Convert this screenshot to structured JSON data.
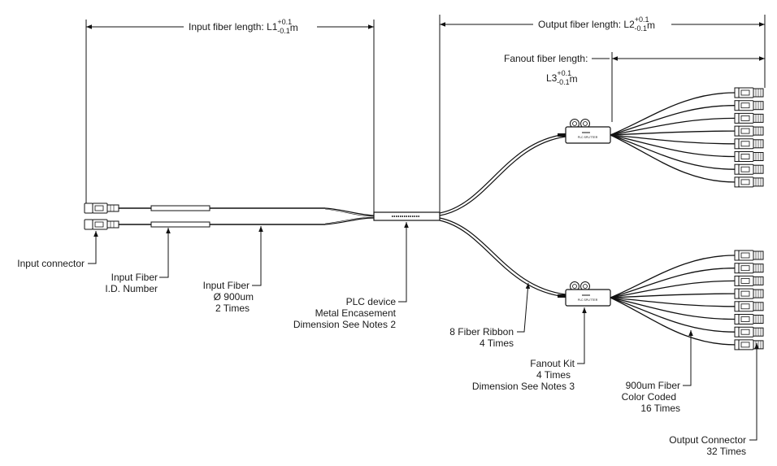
{
  "dimensions": {
    "input_length": {
      "prefix": "Input fiber length: L1",
      "tol_plus": "+0.1",
      "tol_minus": "-0.1",
      "unit": "m"
    },
    "output_length": {
      "prefix": "Output fiber length: L2",
      "tol_plus": "+0.1",
      "tol_minus": "-0.1",
      "unit": "m"
    },
    "fanout_length": {
      "line1": "Fanout fiber length:",
      "prefix": "L3",
      "tol_plus": "+0.1",
      "tol_minus": "-0.1",
      "unit": "m"
    }
  },
  "callouts": {
    "input_connector": "Input connector",
    "input_fiber_id": [
      "Input Fiber",
      "I.D. Number"
    ],
    "input_fiber": [
      "Input Fiber",
      "Ø 900um",
      "2 Times"
    ],
    "plc_device": [
      "PLC device",
      "Metal Encasement",
      "Dimension See Notes 2"
    ],
    "fiber_ribbon": [
      "8 Fiber Ribbon",
      "4 Times"
    ],
    "fanout_kit": [
      "Fanout Kit",
      "4 Times",
      "Dimension See Notes 3"
    ],
    "fiber_900um": [
      "900um Fiber",
      "Color Coded",
      "16 Times"
    ],
    "output_connector": [
      "Output Connector",
      "32 Times"
    ]
  },
  "fanout_label": "PLC SPLITTER"
}
